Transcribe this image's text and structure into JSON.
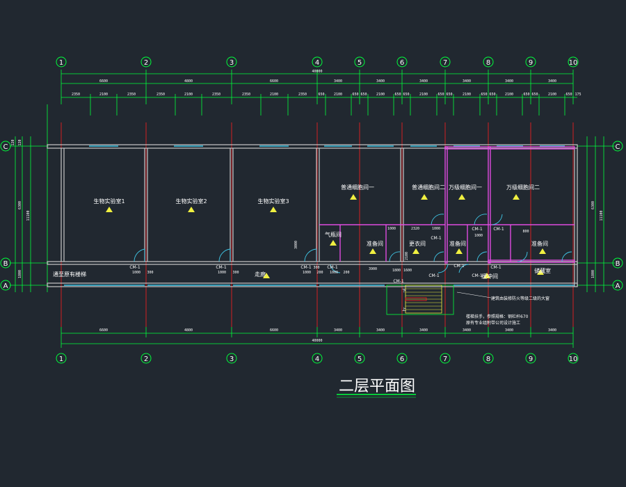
{
  "drawing": {
    "title": "二层平面图",
    "grid_labels_x": [
      "1",
      "2",
      "3",
      "4",
      "5",
      "6",
      "7",
      "8",
      "9",
      "10"
    ],
    "grid_labels_y": [
      "C",
      "B",
      "A"
    ],
    "overall_dimension": "40000",
    "bay_dimensions": [
      "6600",
      "4800",
      "6600",
      "3400",
      "3400",
      "3400",
      "3400",
      "3400",
      "3400"
    ],
    "sub_dimensions": [
      "2350",
      "2100",
      "2350",
      "2350",
      "2100",
      "2350",
      "2350",
      "2100",
      "2350",
      "650",
      "2100",
      "650",
      "650",
      "2100",
      "650",
      "650",
      "2100",
      "650",
      "650",
      "2100",
      "650",
      "650",
      "2100",
      "650",
      "650",
      "2100",
      "650",
      "175"
    ],
    "vertical_dims_left": [
      "120",
      "120",
      "6300",
      "1800",
      "11100"
    ],
    "vertical_dims_right": [
      "6300",
      "1800",
      "11100"
    ],
    "rooms": [
      {
        "key": "lab1",
        "label": "生物实验室1"
      },
      {
        "key": "lab2",
        "label": "生物实验室2"
      },
      {
        "key": "lab3",
        "label": "生物实验室3"
      },
      {
        "key": "cell1",
        "label": "普通细胞间一"
      },
      {
        "key": "cell2",
        "label": "普通细胞间二"
      },
      {
        "key": "cell3",
        "label": "万级细胞间一"
      },
      {
        "key": "cell4",
        "label": "万级细胞间二"
      },
      {
        "key": "gas",
        "label": "气瓶间"
      },
      {
        "key": "prep1",
        "label": "准备间"
      },
      {
        "key": "change",
        "label": "更衣间"
      },
      {
        "key": "prep2",
        "label": "准备间"
      },
      {
        "key": "prep3",
        "label": "准备间"
      },
      {
        "key": "buffer",
        "label": "缓冲间"
      },
      {
        "key": "store",
        "label": "储藏室"
      },
      {
        "key": "corridor",
        "label": "走廊"
      },
      {
        "key": "stair_link",
        "label": "通至原有楼梯"
      }
    ],
    "door_tags": [
      "CM-1",
      "CM-1",
      "CM-1",
      "CM-1",
      "CM-1",
      "CM-1",
      "CM-1",
      "CM-1",
      "CM-1",
      "CM-1",
      "CM-1",
      "CM-1"
    ],
    "door_widths": [
      "1000",
      "1000",
      "1000",
      "1000",
      "1000",
      "1000",
      "1000",
      "800"
    ],
    "misc_dims": [
      "300",
      "300",
      "300",
      "200",
      "200",
      "3900",
      "1800",
      "1600",
      "2320",
      "3000",
      "2100"
    ],
    "notes": [
      "建筑由装修防火等级二级的大窗",
      "楼梯扶手，参照规格：钢栏杆670",
      "原有专业组附带公司设计施工"
    ],
    "stair_marks": [
      "下",
      "上"
    ],
    "colors": {
      "background": "#212830",
      "dim_line": "#00ff3c",
      "grid_line": "#ff2020",
      "wall": "#c8c8c8",
      "partition": "#e04be0",
      "window": "#40c8e8",
      "door": "#40c8e8",
      "stair": "#f0f040",
      "text": "#ffffff"
    }
  }
}
